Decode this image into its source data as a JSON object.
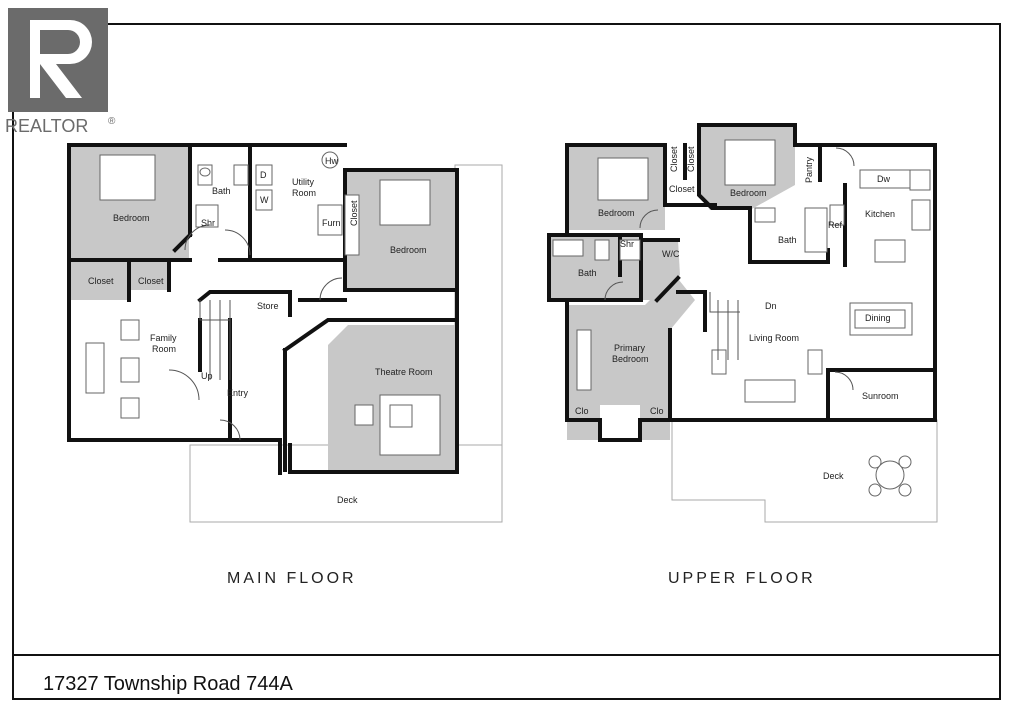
{
  "logo": {
    "text": "REALTOR",
    "mark": "®"
  },
  "titles": {
    "main": "MAIN FLOOR",
    "upper": "UPPER FLOOR"
  },
  "address": "17327 Township Road 744A",
  "main_floor": {
    "labels": {
      "bedroom_left": "Bedroom",
      "bath": "Bath",
      "shr": "Shr",
      "utility": "Utility",
      "utility2": "Room",
      "hw": "Hw",
      "d": "D",
      "w": "W",
      "furn": "Furn",
      "closet_vert": "Closet",
      "bedroom_right": "Bedroom",
      "closet_a": "Closet",
      "closet_b": "Closet",
      "store": "Store",
      "family": "Family",
      "family2": "Room",
      "up": "Up",
      "entry": "Entry",
      "theatre": "Theatre Room",
      "deck": "Deck"
    }
  },
  "upper_floor": {
    "labels": {
      "bedroom_a": "Bedroom",
      "closet_v1": "Closet",
      "closet_v2": "Closet",
      "closet_h": "Closet",
      "bedroom_b": "Bedroom",
      "pantry": "Pantry",
      "dw": "Dw",
      "kitchen": "Kitchen",
      "ref": "Ref",
      "bath_b": "Bath",
      "shr": "Shr",
      "bath_a": "Bath",
      "wic": "W/C",
      "dn": "Dn",
      "dining": "Dining",
      "primary": "Primary",
      "primary2": "Bedroom",
      "living": "Living Room",
      "sunroom": "Sunroom",
      "clo1": "Clo",
      "clo2": "Clo",
      "deck": "Deck"
    }
  },
  "colors": {
    "room_fill": "#c8c8c8",
    "wall": "#111111",
    "logo": "#6b6b6b"
  }
}
